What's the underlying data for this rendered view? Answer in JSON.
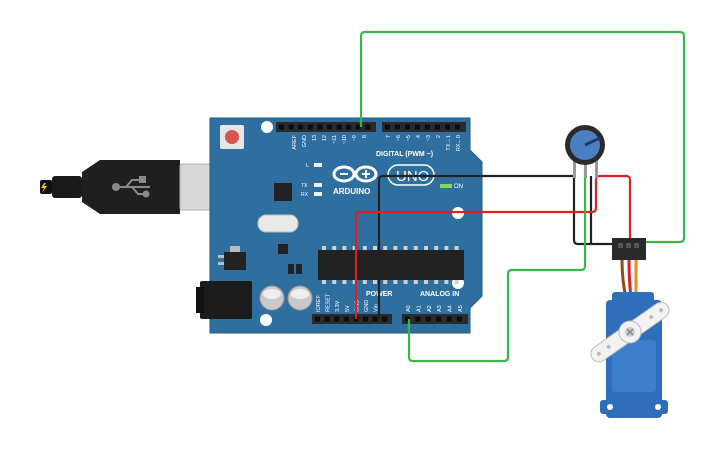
{
  "board": {
    "brand": "ARDUINO",
    "model": "UNO",
    "digital_header_label": "DIGITAL (PWM ~)",
    "power_header_label": "POWER",
    "analog_header_label": "ANALOG IN",
    "on_led_label": "ON",
    "l_led_label": "L",
    "tx_led_label": "TX",
    "rx_led_label": "RX",
    "digital_left_pins": [
      "AREF",
      "GND",
      "13",
      "12",
      "~11",
      "~10",
      "~9",
      "8"
    ],
    "digital_right_pins": [
      "7",
      "~6",
      "~5",
      "4",
      "~3",
      "2",
      "TX→1",
      "RX←0"
    ],
    "power_pins": [
      "IOREF",
      "RESET",
      "3.3V",
      "5V",
      "GND",
      "GND",
      "Vin"
    ],
    "analog_pins": [
      "A0",
      "A1",
      "A2",
      "A3",
      "A4",
      "A5"
    ],
    "colors": {
      "pcb": "#2f6f9f",
      "header": "#2b2b2b",
      "chip": "#222222"
    }
  },
  "components": {
    "usb_cable": "usb-cable",
    "potentiometer": "potentiometer",
    "servo": "servo-motor"
  },
  "wires": [
    {
      "name": "wire-pin9-to-servo-signal",
      "color": "#3cb44b"
    },
    {
      "name": "wire-gnd-to-pot-and-servo",
      "color": "#222222"
    },
    {
      "name": "wire-5v-to-pot-and-servo",
      "color": "#e02020"
    },
    {
      "name": "wire-a0-to-pot-wiper",
      "color": "#3cb44b"
    }
  ]
}
